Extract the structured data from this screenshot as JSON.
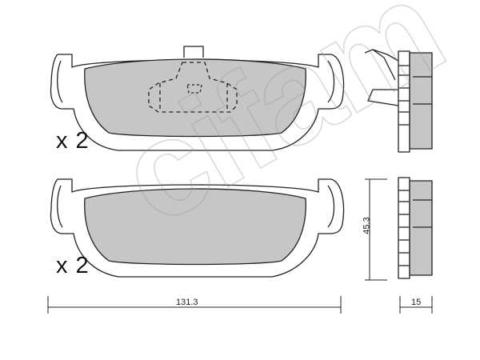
{
  "labels": {
    "quantity_top": "x 2",
    "quantity_bottom": "x 2",
    "dim_width": "131.3",
    "dim_height": "45.3",
    "dim_thickness": "15"
  },
  "watermark": "cifam",
  "colors": {
    "pad_fill": "#c6c6c6",
    "outline": "#222222",
    "background": "#ffffff"
  }
}
